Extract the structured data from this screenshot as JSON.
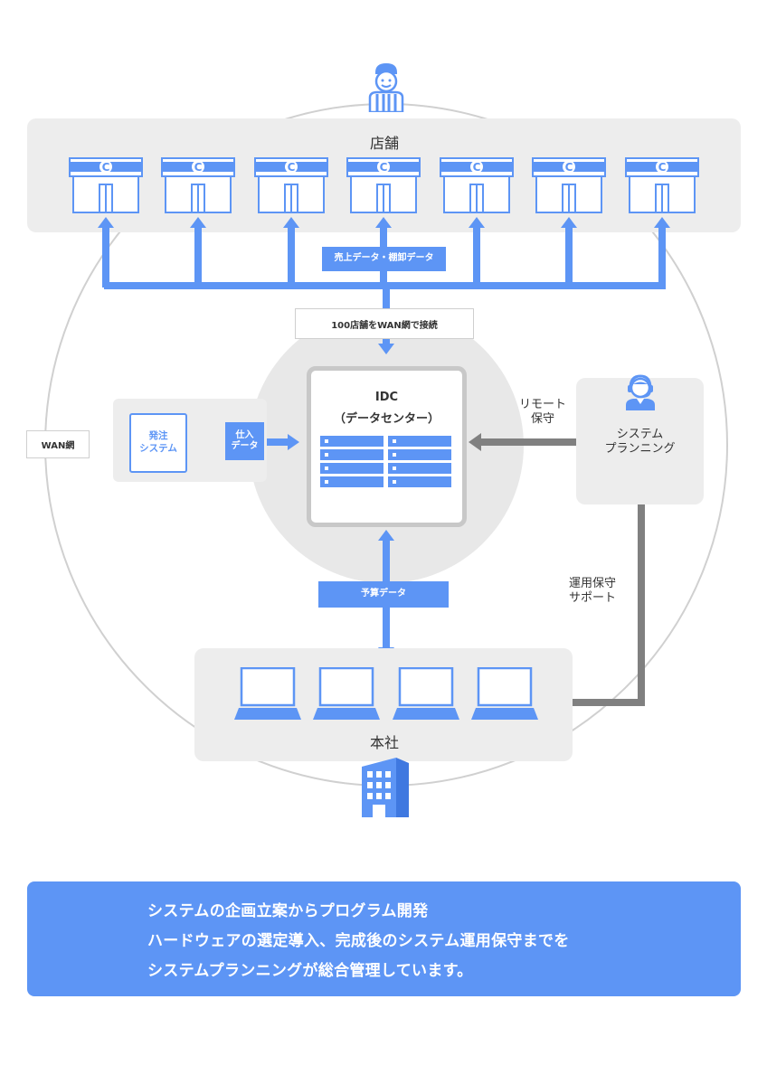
{
  "stores": {
    "title": "店舗",
    "sign_letter": "C",
    "count": 7
  },
  "connectors": {
    "sales_data": "売上データ・棚卸データ",
    "wan_connect": "100店舗をWAN網で接続",
    "purchase_data": "仕入\nデータ",
    "budget_data": "予算データ"
  },
  "idc": {
    "title": "IDC",
    "subtitle": "（データセンター）"
  },
  "ordering": {
    "label": "発注\nシステム"
  },
  "wan": {
    "label": "WAN網"
  },
  "remote": {
    "label": "リモート\n保守"
  },
  "planning": {
    "label": "システム\nプランニング"
  },
  "support": {
    "label": "運用保守\nサポート"
  },
  "hq": {
    "title": "本社",
    "laptops": 4
  },
  "footer": {
    "line1": "システムの企画立案からプログラム開発",
    "line2": "ハードウェアの選定導入、完成後のシステム運用保守までを",
    "line3": "システムプランニングが総合管理しています。"
  },
  "colors": {
    "blue": "#5d95f5",
    "panel_gray": "#ededed",
    "arrow_gray": "#808080"
  }
}
